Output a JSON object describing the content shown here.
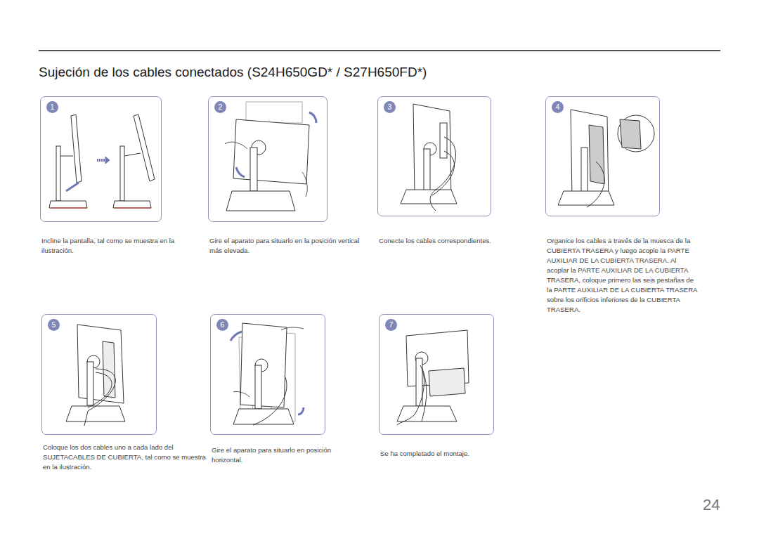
{
  "diagram": {
    "title": "Sujeción de los cables conectados (S24H650GD* / S27H650FD*)",
    "nodes": [
      {
        "text": [
          "Incline la pantalla, tal como se muestra en la ilustración."
        ]
      },
      {
        "text": [
          "1"
        ],
        "in": 0
      },
      {
        "text": [
          "Gire el aparato para situarlo en la posición vertical más elevada."
        ]
      },
      {
        "text": [
          "2"
        ],
        "in": 2
      },
      {
        "text": [
          "Conecte los cables correspondientes."
        ]
      },
      {
        "text": [
          "3"
        ],
        "in": 4
      },
      {
        "text": [
          "Organice los cables a través de la muesca de la CUBIERTA TRASERA y luego acople la PARTE AUXILIAR DE LA CUBIERTA TRASERA. Al acoplar la PARTE AUXILIAR DE LA CUBIERTA TRASERA, coloque primero las seis pestañas de la PARTE AUXILIAR DE LA CUBIERTA TRASERA sobre los orificios inferiores de la CUBIERTA TRASERA."
        ]
      },
      {
        "text": [
          "4"
        ],
        "in": 6
      },
      {
        "text": [
          "Coloque los dos cables uno a cada lado del SUJETACABLES DE CUBIERTA, tal como se muestra en la ilustración."
        ]
      },
      {
        "text": [
          "5"
        ],
        "in": 8
      },
      {
        "text": [
          "Gire el aparato para situarlo en posición horizontal."
        ]
      },
      {
        "text": [
          "6"
        ],
        "in": 10
      },
      {
        "text": [
          "Se ha completado el montaje."
        ]
      },
      {
        "text": [
          "7"
        ],
        "in": 12
      }
    ],
    "labels": [
      "24"
    ]
  }
}
